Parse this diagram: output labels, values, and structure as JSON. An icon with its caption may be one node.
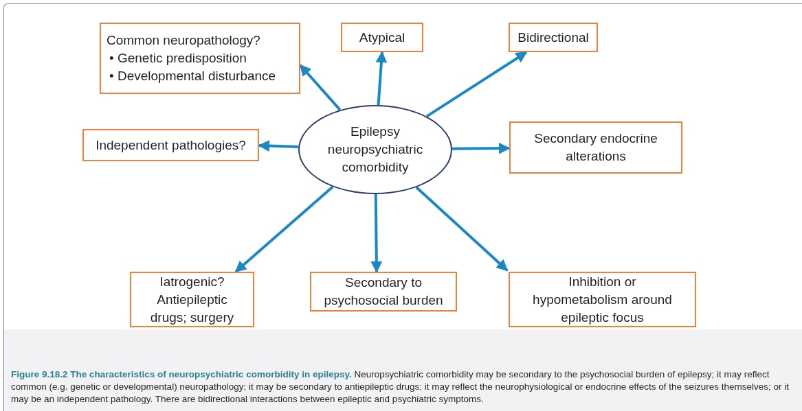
{
  "diagram": {
    "caption": "**Figure 9.18.2 The characteristics of neuropsychiatric comorbidity in epilepsy.** Neuropsychiatric comorbidity may be secondary to the psychosocial burden of epilepsy; it may reflect common (e.g. genetic or developmental) neuropathology; it may be secondary to antiepileptic drugs; it may reflect the neurophysiological or endocrine effects of the seizures themselves; or it may be an independent pathology. There are bidirectional interactions between epileptic and psychiatric symptoms.",
    "nodes": [
      {
        "text": [
          "Epilepsy neuropsychiatric comorbidity"
        ]
      },
      {
        "text": [
          "Common neuropathology?",
          "• Genetic predisposition",
          "• Developmental disturbance"
        ]
      },
      {
        "text": [
          "Atypical"
        ]
      },
      {
        "text": [
          "Bidirectional"
        ]
      },
      {
        "text": [
          "Independent pathologies?"
        ]
      },
      {
        "text": [
          "Secondary endocrine alterations"
        ]
      },
      {
        "text": [
          "Iatrogenic? Antiepileptic drugs; surgery"
        ]
      },
      {
        "text": [
          "Secondary to psychosocial burden"
        ]
      },
      {
        "text": [
          "Inhibition or hypometabolism around epileptic focus"
        ]
      }
    ],
    "edges": [
      {
        "from": 0,
        "to": 1,
        "arrow": "to"
      },
      {
        "from": 0,
        "to": 2,
        "arrow": "to"
      },
      {
        "from": 0,
        "to": 3,
        "arrow": "to"
      },
      {
        "from": 0,
        "to": 4,
        "arrow": "to"
      },
      {
        "from": 0,
        "to": 5,
        "arrow": "to"
      },
      {
        "from": 0,
        "to": 6,
        "arrow": "to"
      },
      {
        "from": 0,
        "to": 7,
        "arrow": "to"
      },
      {
        "from": 0,
        "to": 8,
        "arrow": "to"
      }
    ]
  }
}
